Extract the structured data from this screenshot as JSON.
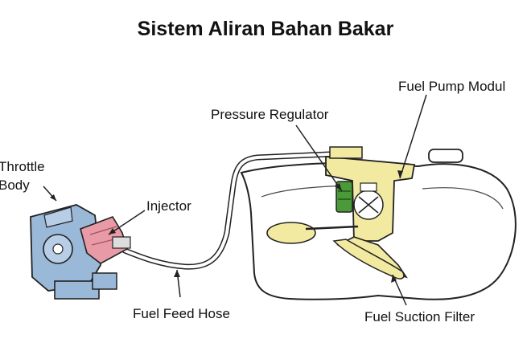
{
  "title": "Sistem Aliran Bahan Bakar",
  "labels": {
    "throttle_body": [
      "Throttle",
      "Body"
    ],
    "injector": "Injector",
    "pressure_regulator": "Pressure Regulator",
    "fuel_pump_module": "Fuel Pump Modul",
    "fuel_feed_hose": "Fuel Feed Hose",
    "fuel_suction_filter": "Fuel Suction Filter"
  },
  "colors": {
    "throttle_body": "#9ab8d8",
    "injector": "#e89aa6",
    "pump_module": "#f2eaa0",
    "regulator": "#4a9a3a",
    "outline": "#222222"
  }
}
